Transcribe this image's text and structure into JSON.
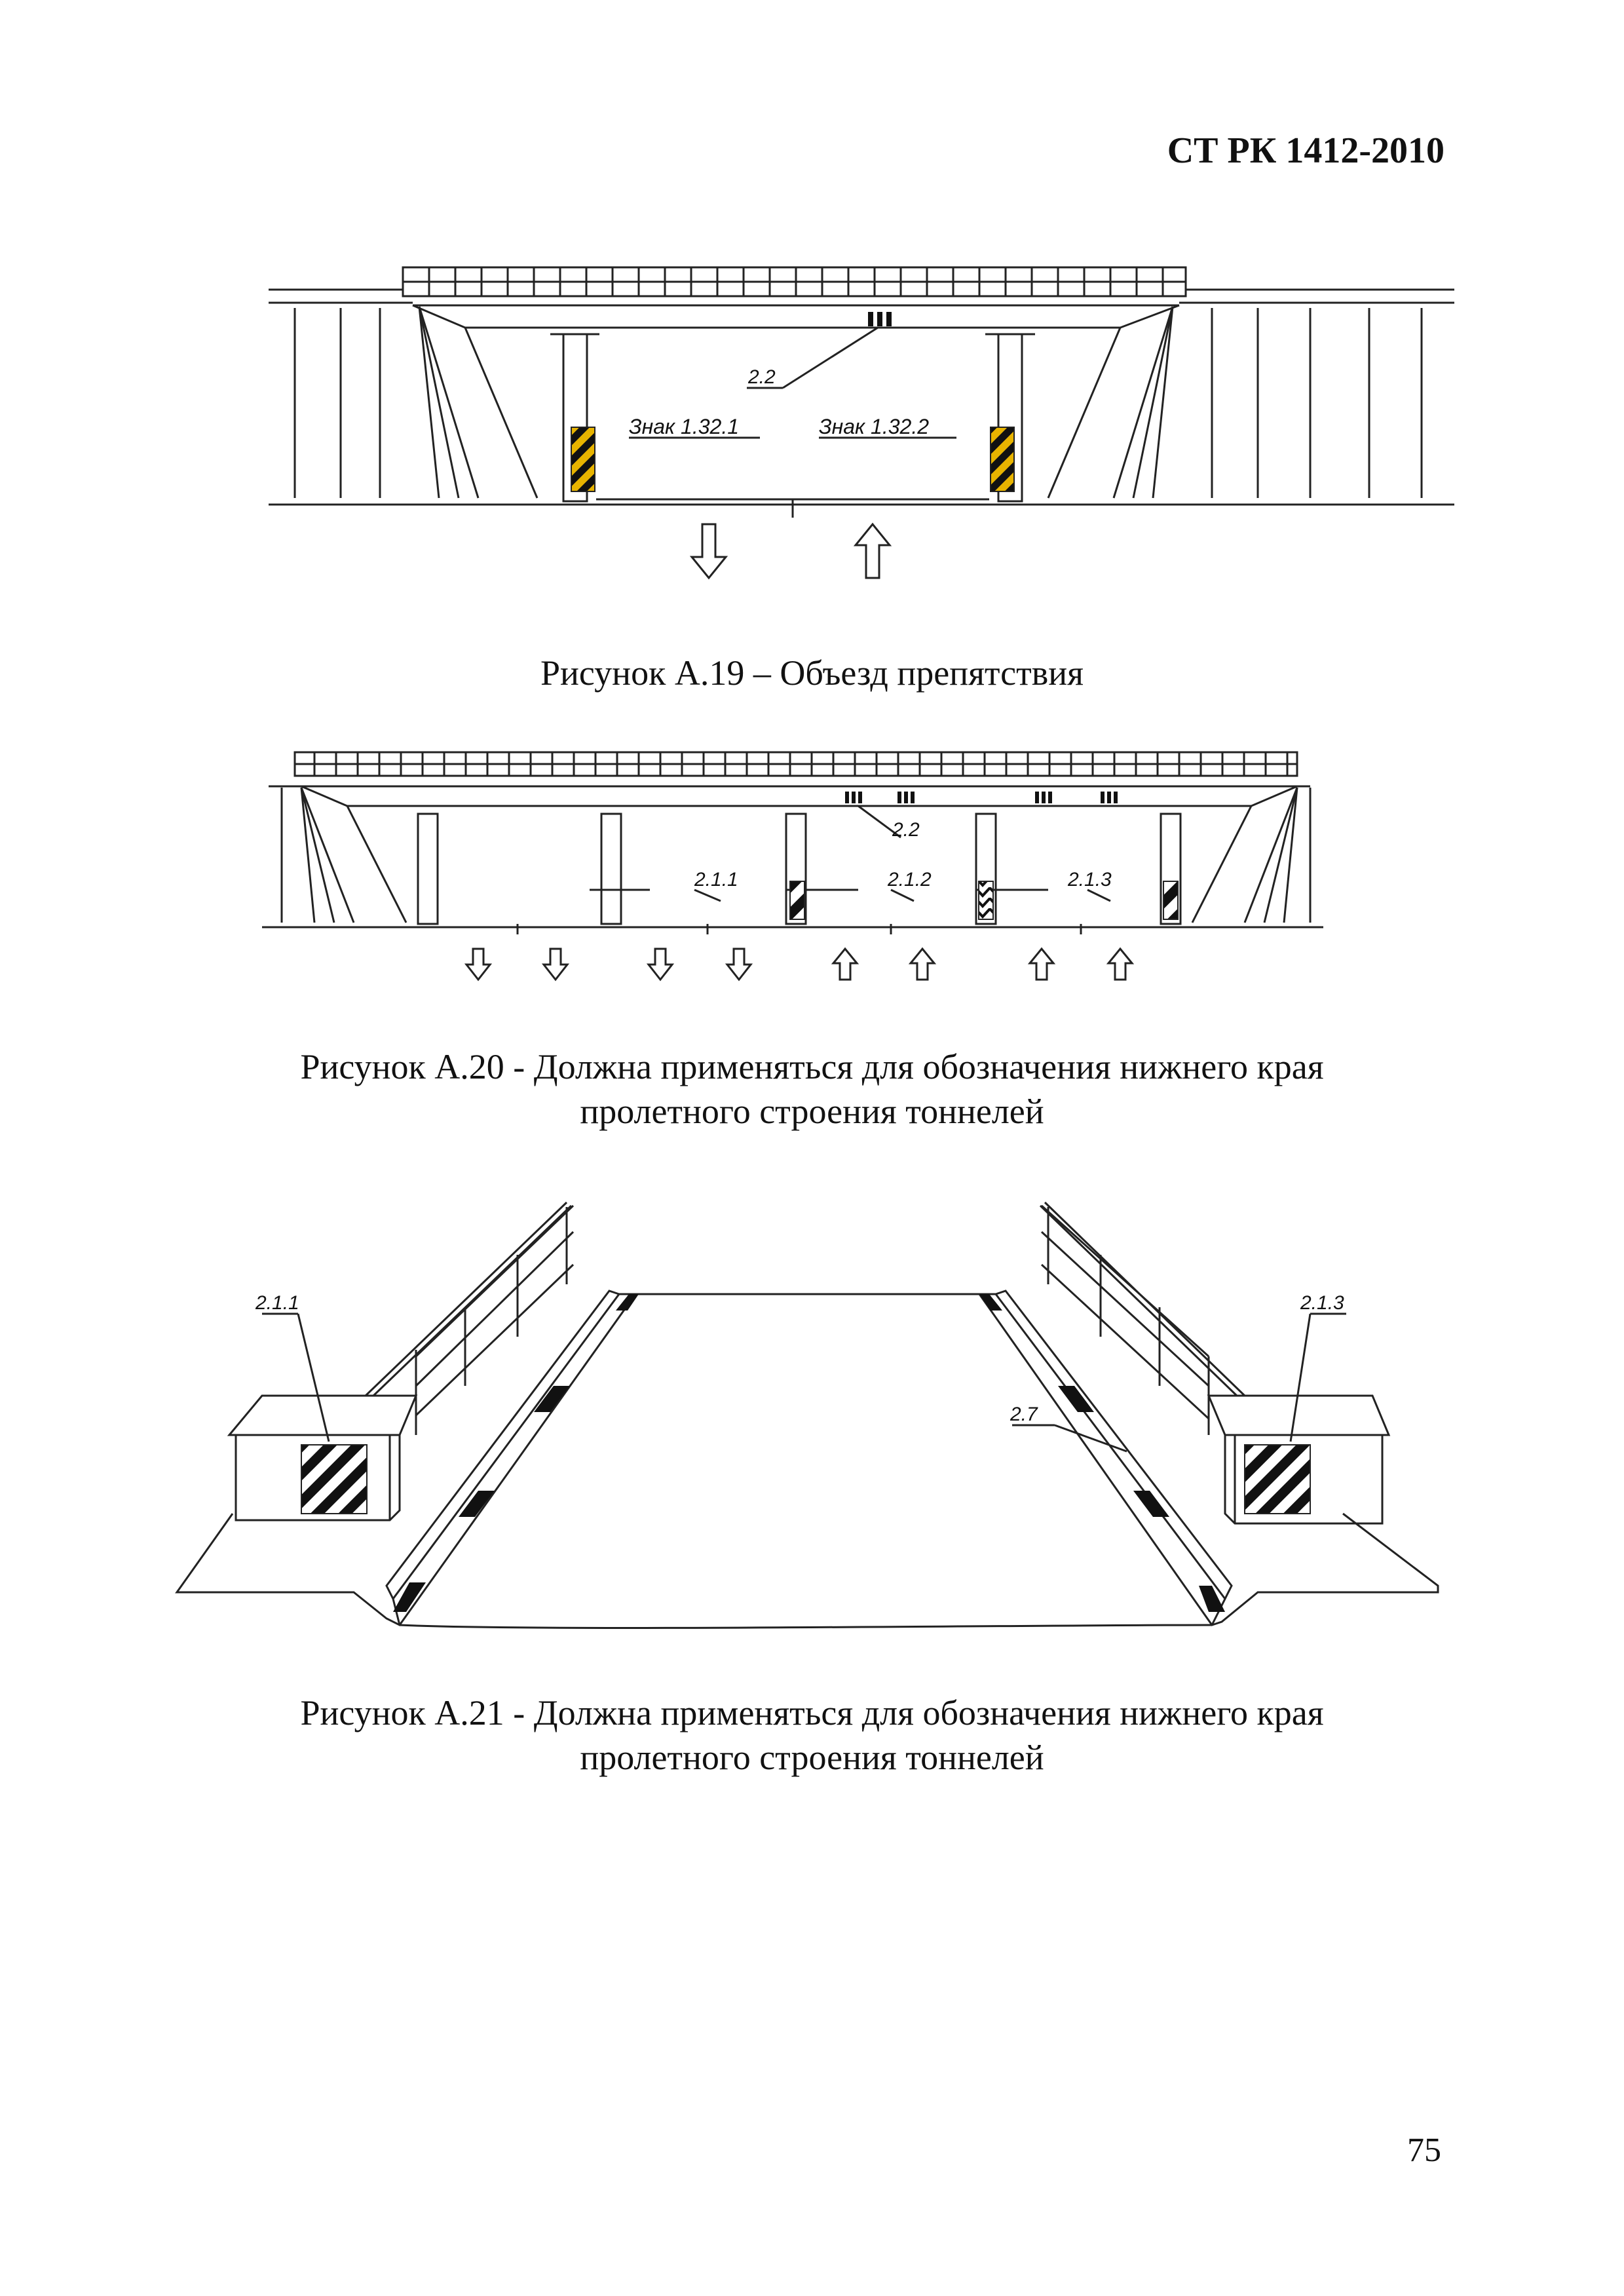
{
  "header": {
    "doc_code": "СТ РК 1412-2010"
  },
  "figure19": {
    "labels": {
      "marking": "2.2",
      "sign_left": "Знак 1.32.1",
      "sign_right": "Знак 1.32.2"
    },
    "caption": "Рисунок А.19 – Объезд препятствия",
    "colors": {
      "stripe_yellow": "#e8b400",
      "stripe_black": "#111111"
    }
  },
  "figure20": {
    "labels": {
      "marking": "2.2",
      "left": "2.1.1",
      "middle": "2.1.2",
      "right": "2.1.3"
    },
    "caption_line1": "Рисунок А.20 - Должна применяться для обозначения нижнего края",
    "caption_line2": "пролетного строения тоннелей"
  },
  "figure21": {
    "labels": {
      "left": "2.1.1",
      "right": "2.1.3",
      "curb": "2.7"
    },
    "caption_line1": "Рисунок А.21 - Должна применяться для обозначения нижнего края",
    "caption_line2": "пролетного строения тоннелей"
  },
  "footer": {
    "page_number": "75"
  }
}
